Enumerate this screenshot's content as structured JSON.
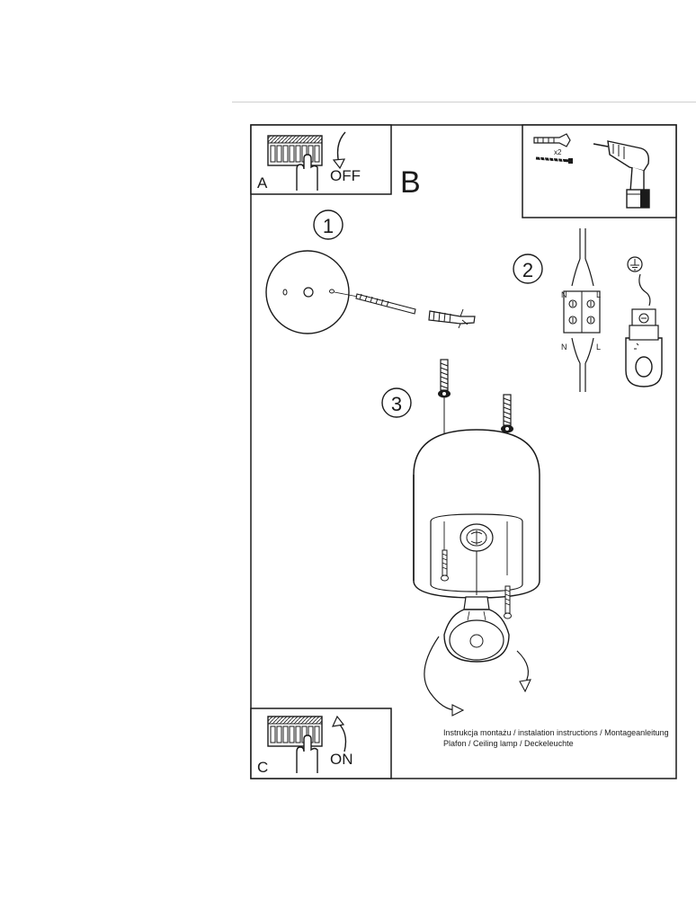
{
  "panels": {
    "a": {
      "letter": "A",
      "switch_label": "OFF"
    },
    "b": {
      "letter": "B"
    },
    "c": {
      "letter": "C",
      "switch_label": "ON"
    }
  },
  "steps": {
    "one": "1",
    "two": "2",
    "three": "3"
  },
  "hardware": {
    "quantity": "x2"
  },
  "wiring": {
    "top_left": "N",
    "top_right": "L",
    "bottom_left": "N",
    "bottom_right": "L"
  },
  "caption": {
    "line1": "Instrukcja montażu / instalation instructions / Montageanleitung",
    "line2": "Plafon / Ceiling lamp / Deckeleuchte"
  },
  "colors": {
    "line": "#1a1a1a",
    "fill": "#ffffff",
    "rule": "#cfcfcf"
  }
}
